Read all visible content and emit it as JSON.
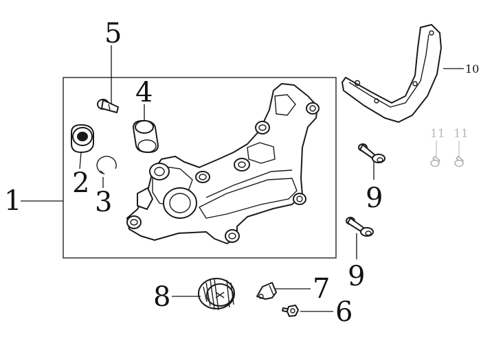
{
  "callouts": {
    "c1": "1",
    "c2": "2",
    "c3": "3",
    "c4": "4",
    "c5": "5",
    "c6": "6",
    "c7": "7",
    "c8": "8",
    "c9a": "9",
    "c9b": "9",
    "c10": "10",
    "c11a": "11",
    "c11b": "11"
  },
  "colors": {
    "line": "#1a1a1a",
    "faint": "#b8b8b8",
    "background": "#ffffff"
  }
}
